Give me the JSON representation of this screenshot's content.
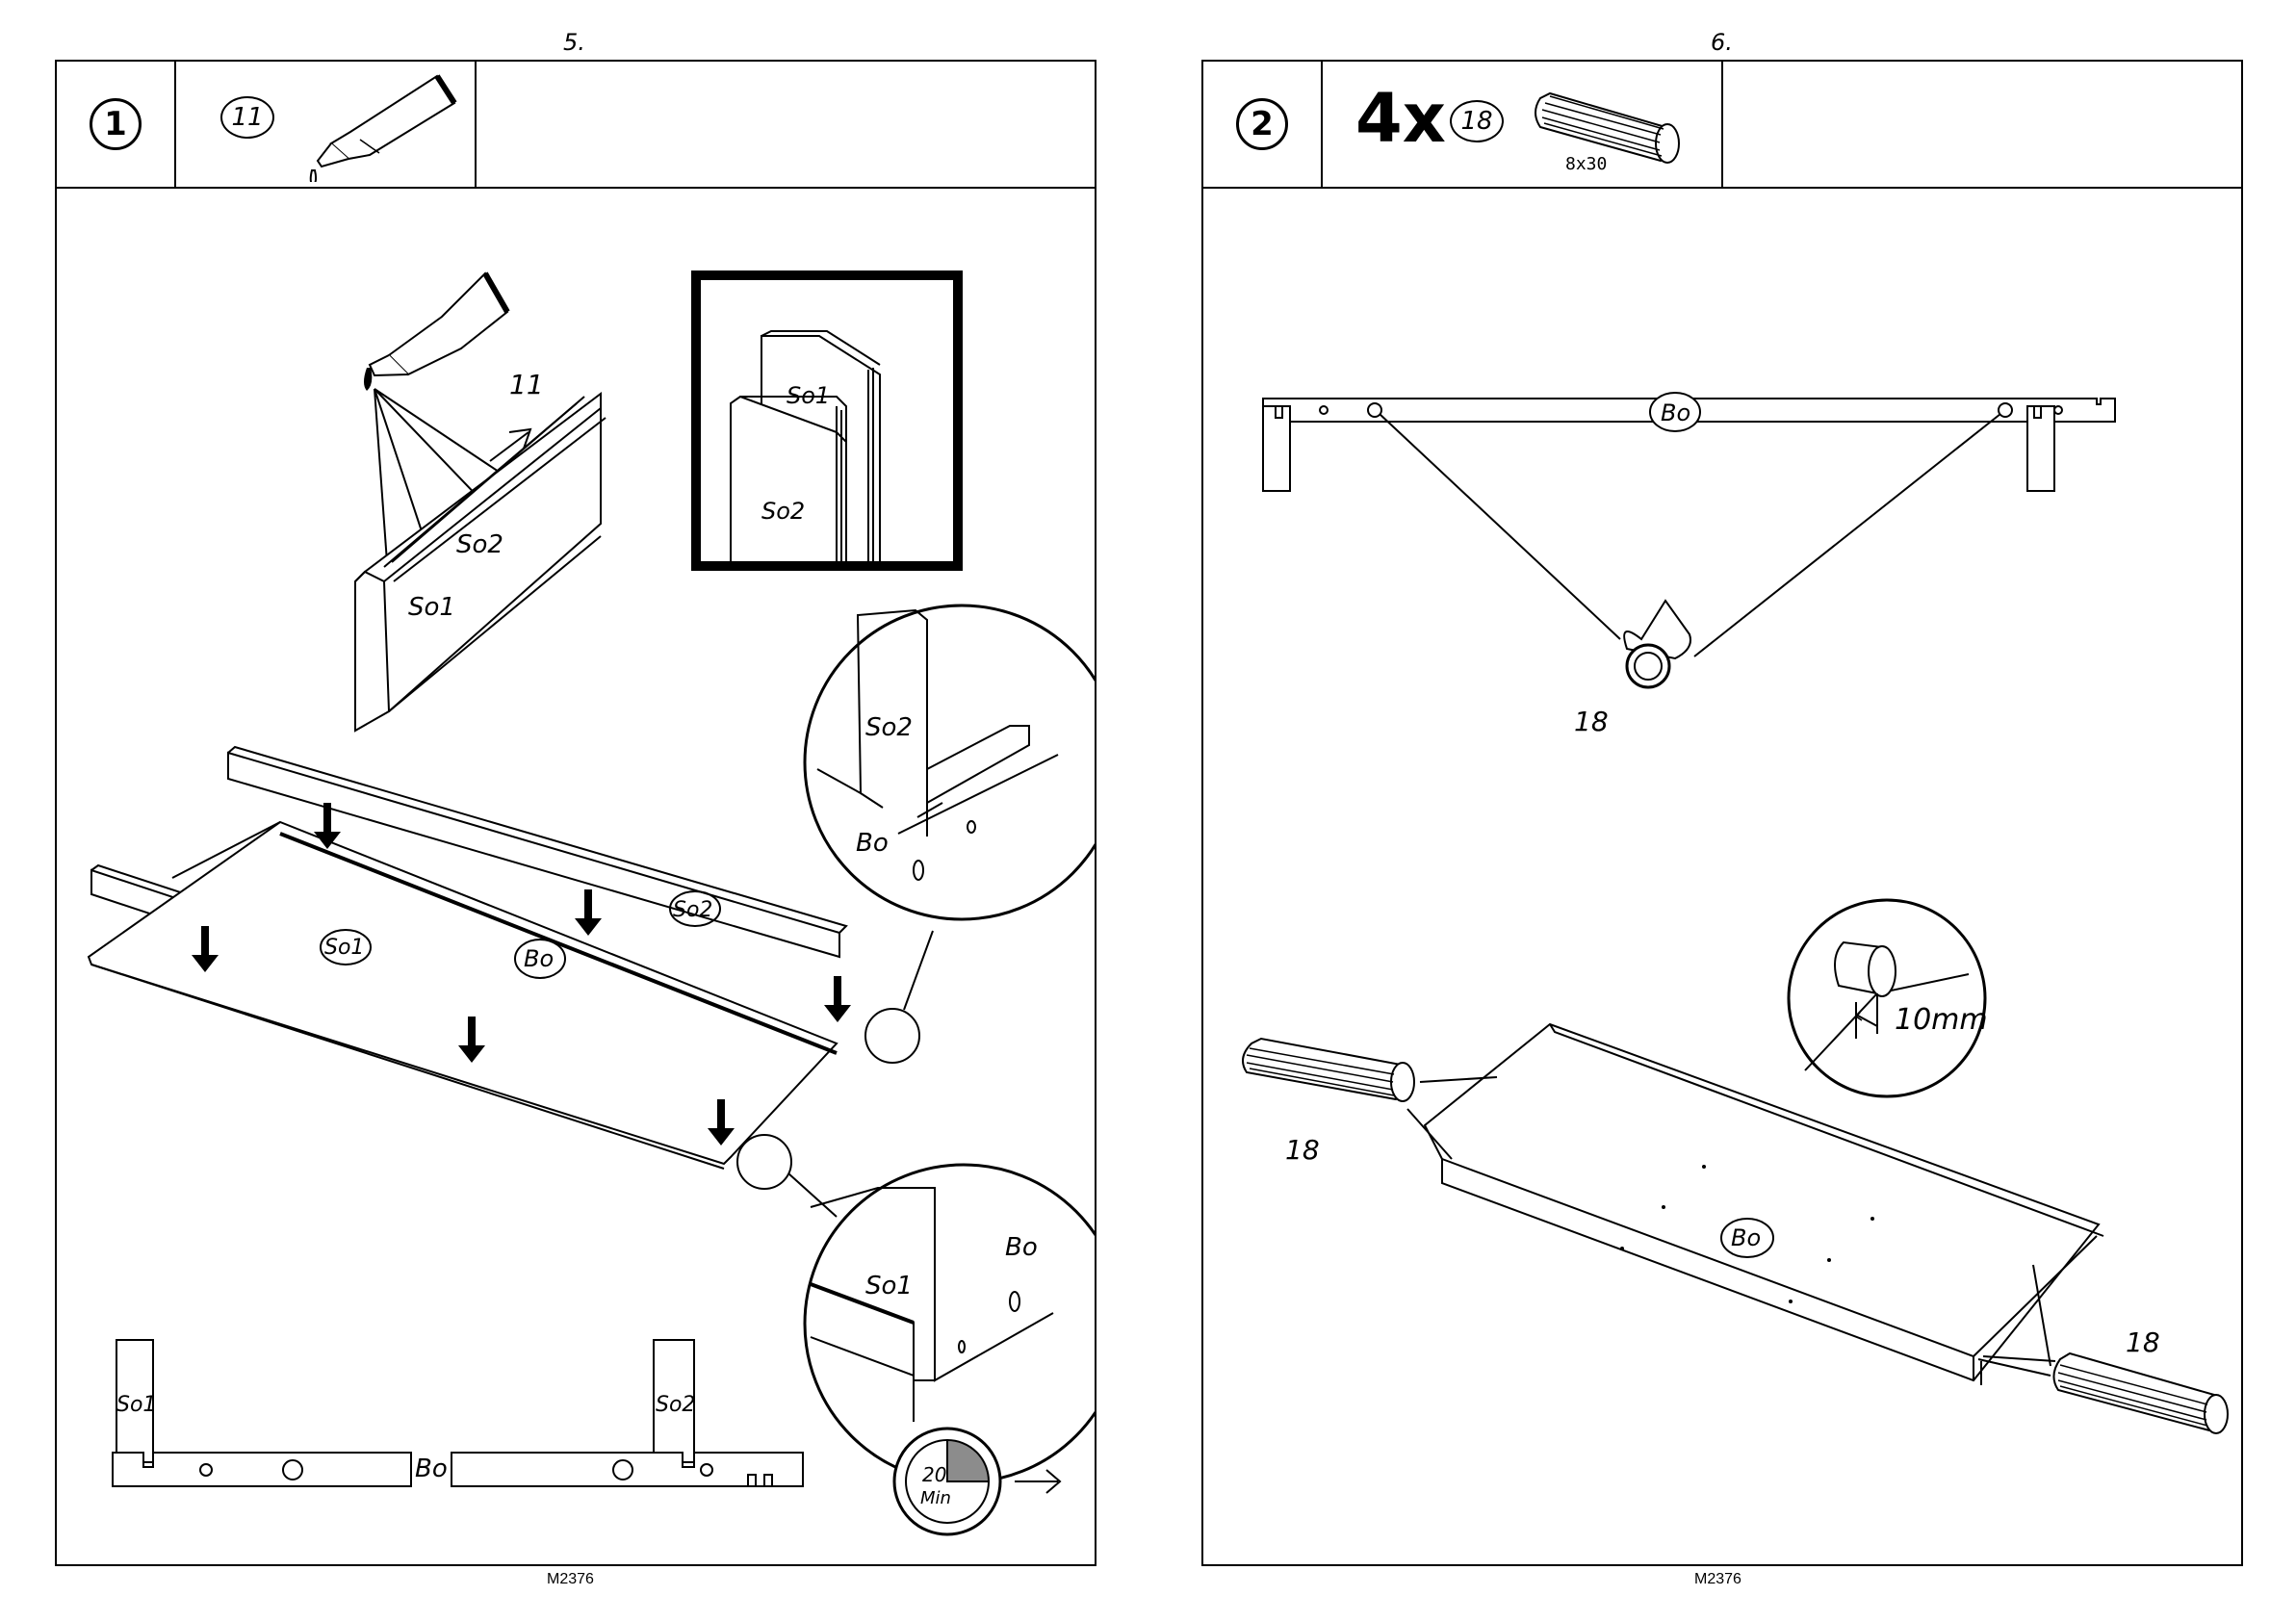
{
  "pages": [
    {
      "page_number": "5.",
      "step_number": "1",
      "header_part_number": "11",
      "doc_code": "M2376",
      "parts": {
        "glue": "11",
        "so1": "So1",
        "so2": "So2",
        "bo": "Bo"
      },
      "timer": {
        "value": "20",
        "unit": "Min"
      }
    },
    {
      "page_number": "6.",
      "step_number": "2",
      "quantity": "4x",
      "header_part_number": "18",
      "dowel_size": "8x30",
      "doc_code": "M2376",
      "parts": {
        "dowel": "18",
        "bo": "Bo"
      },
      "detail_measure": "10mm"
    }
  ],
  "icons": [
    "glue-tube-icon",
    "dowel-icon",
    "timer-icon",
    "arrow-right-icon",
    "arrow-down-icon"
  ]
}
